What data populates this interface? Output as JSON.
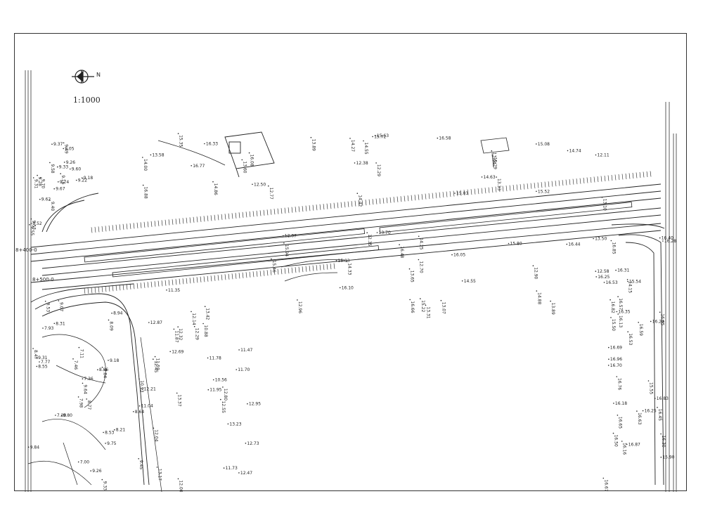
{
  "sheet": {
    "scale": "1:1000",
    "north_label": "N",
    "station_labels": [
      "8+400-0",
      "8+500-0"
    ],
    "colors": {
      "ink": "#222222",
      "line": "#333333"
    }
  },
  "elevations": {
    "west": [
      "9.67",
      "9.70",
      "9.53",
      "9.58",
      "9.49",
      "9.62",
      "9.74",
      "9.55",
      "9.31",
      "9.28",
      "9.26",
      "9.18",
      "9.33",
      "9.60",
      "9.52",
      "9.22",
      "9.16",
      "9.05",
      "9.37",
      "9.40"
    ],
    "north": [
      "12.11",
      "12.29",
      "12.38",
      "12.50",
      "12.77",
      "13.10",
      "13.33",
      "13.58",
      "13.60",
      "13.64",
      "14.00",
      "14.27",
      "14.42",
      "14.55",
      "14.74",
      "14.86",
      "15.03",
      "15.08",
      "15.35",
      "15.52",
      "15.63",
      "15.72",
      "16.08",
      "16.33",
      "16.58",
      "16.77",
      "16.88",
      "15.29",
      "14.63",
      "13.89"
    ],
    "mid": [
      "12.07",
      "12.35",
      "12.70",
      "12.58",
      "12.96",
      "13.07",
      "13.31",
      "13.65",
      "13.89",
      "14.15",
      "14.25",
      "14.55",
      "14.88",
      "15.22",
      "15.46",
      "15.54",
      "15.80",
      "16.05",
      "16.31",
      "16.48",
      "16.10",
      "16.25",
      "16.44",
      "16.66",
      "15.94",
      "14.33",
      "13.70",
      "12.90",
      "13.50",
      "15.03"
    ],
    "south": [
      "12.04",
      "12.21",
      "12.32",
      "12.29",
      "12.47",
      "12.73",
      "12.87",
      "12.55",
      "12.69",
      "13.17",
      "13.23",
      "13.42",
      "12.95",
      "13.37",
      "12.45",
      "12.80",
      "11.78",
      "11.59",
      "11.73",
      "11.70",
      "11.47",
      "11.35",
      "12.00",
      "11.95",
      "12.14",
      "11.87",
      "10.88",
      "10.56",
      "10.93",
      "11.04"
    ],
    "southwest": [
      "9.31",
      "9.33",
      "9.53",
      "9.45",
      "9.26",
      "8.80",
      "8.86",
      "8.64",
      "8.53",
      "8.31",
      "8.47",
      "8.77",
      "8.55",
      "7.93",
      "7.77",
      "7.46",
      "7.98",
      "7.84",
      "7.11",
      "7.20",
      "7.00",
      "7.36",
      "8.21",
      "8.09",
      "8.94",
      "9.07",
      "9.18",
      "9.64",
      "9.84",
      "9.75"
    ],
    "east": [
      "16.30",
      "16.35",
      "16.45",
      "16.53",
      "16.50",
      "16.59",
      "16.69",
      "16.70",
      "16.67",
      "16.57",
      "16.65",
      "16.87",
      "16.85",
      "16.83",
      "16.53",
      "16.28",
      "16.76",
      "16.82",
      "16.96",
      "16.63",
      "16.55",
      "16.25",
      "15.50",
      "15.55",
      "15.90",
      "16.18",
      "16.24",
      "16.13",
      "16.40",
      "16.16"
    ]
  }
}
